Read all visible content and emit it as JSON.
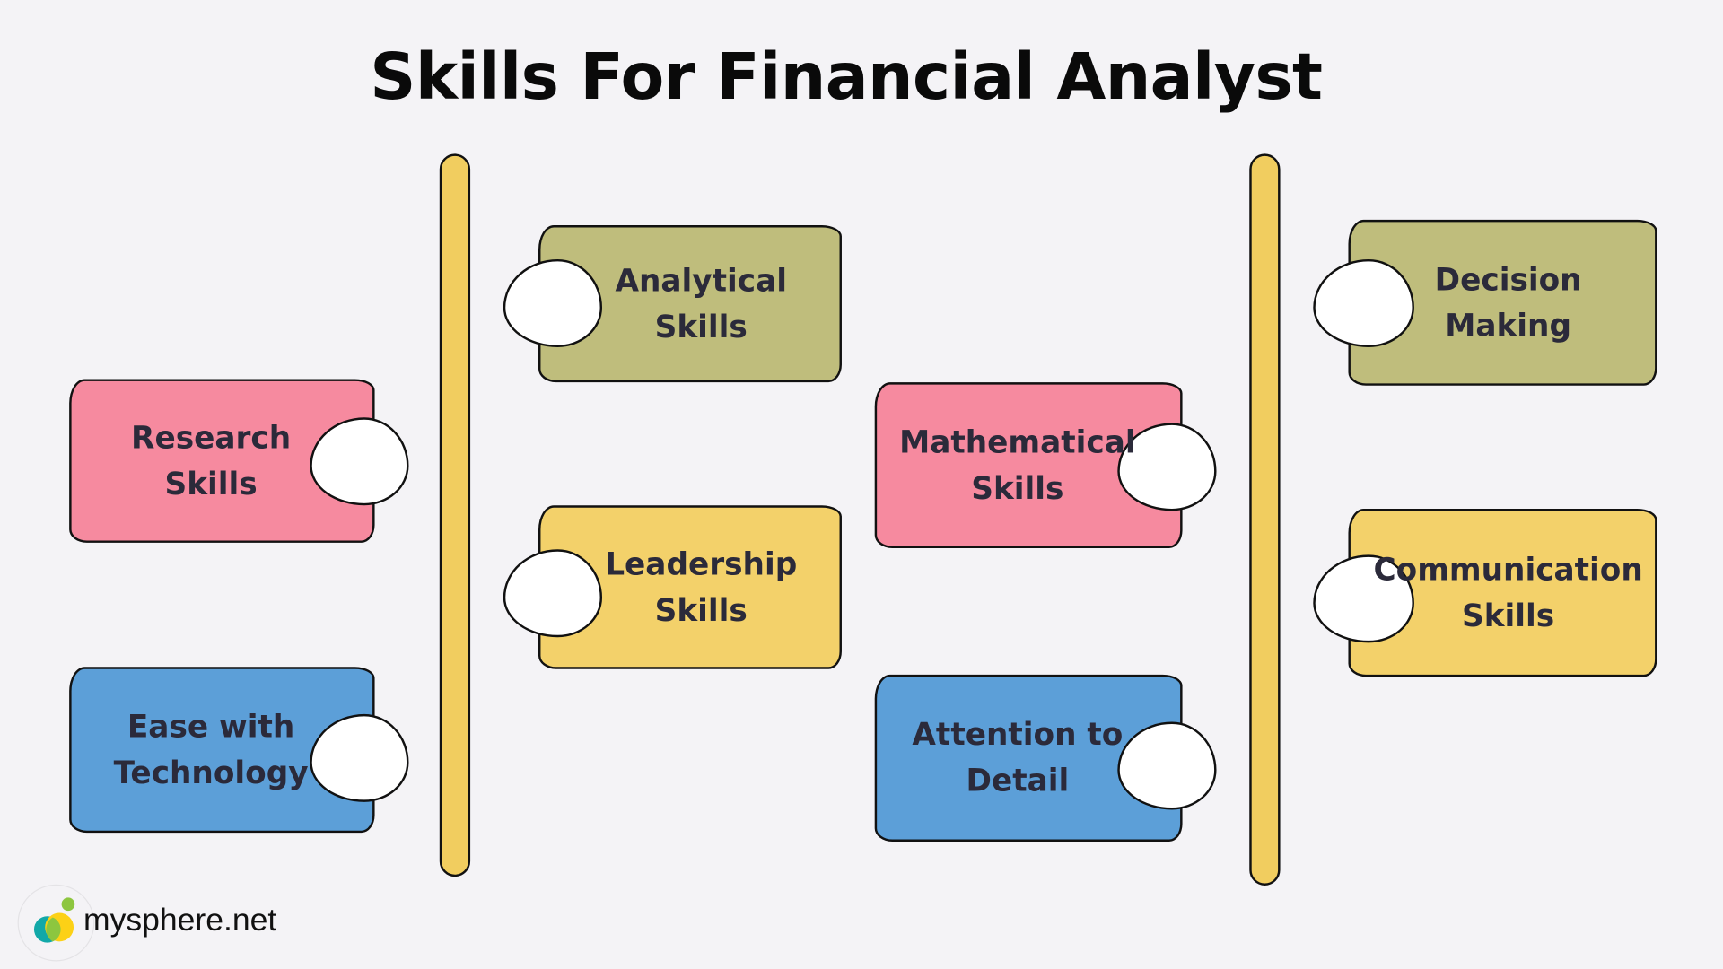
{
  "title": "Skills For Financial Analyst",
  "colors": {
    "olive": "#bfbd7c",
    "pink": "#f68a9f",
    "yellow": "#f3d16a",
    "blue": "#5c9fd8",
    "bar": "#f1cd5f"
  },
  "cards": [
    {
      "label": "Analytical\nSkills",
      "color": "olive"
    },
    {
      "label": "Research\nSkills",
      "color": "pink"
    },
    {
      "label": "Leadership\nSkills",
      "color": "yellow"
    },
    {
      "label": "Ease with\nTechnology",
      "color": "blue"
    },
    {
      "label": "Mathematical\nSkills",
      "color": "pink"
    },
    {
      "label": "Attention to\nDetail",
      "color": "blue"
    },
    {
      "label": "Decision\nMaking",
      "color": "olive"
    },
    {
      "label": "Communication\nSkills",
      "color": "yellow"
    }
  ],
  "logo": {
    "text": "mysphere.net"
  }
}
